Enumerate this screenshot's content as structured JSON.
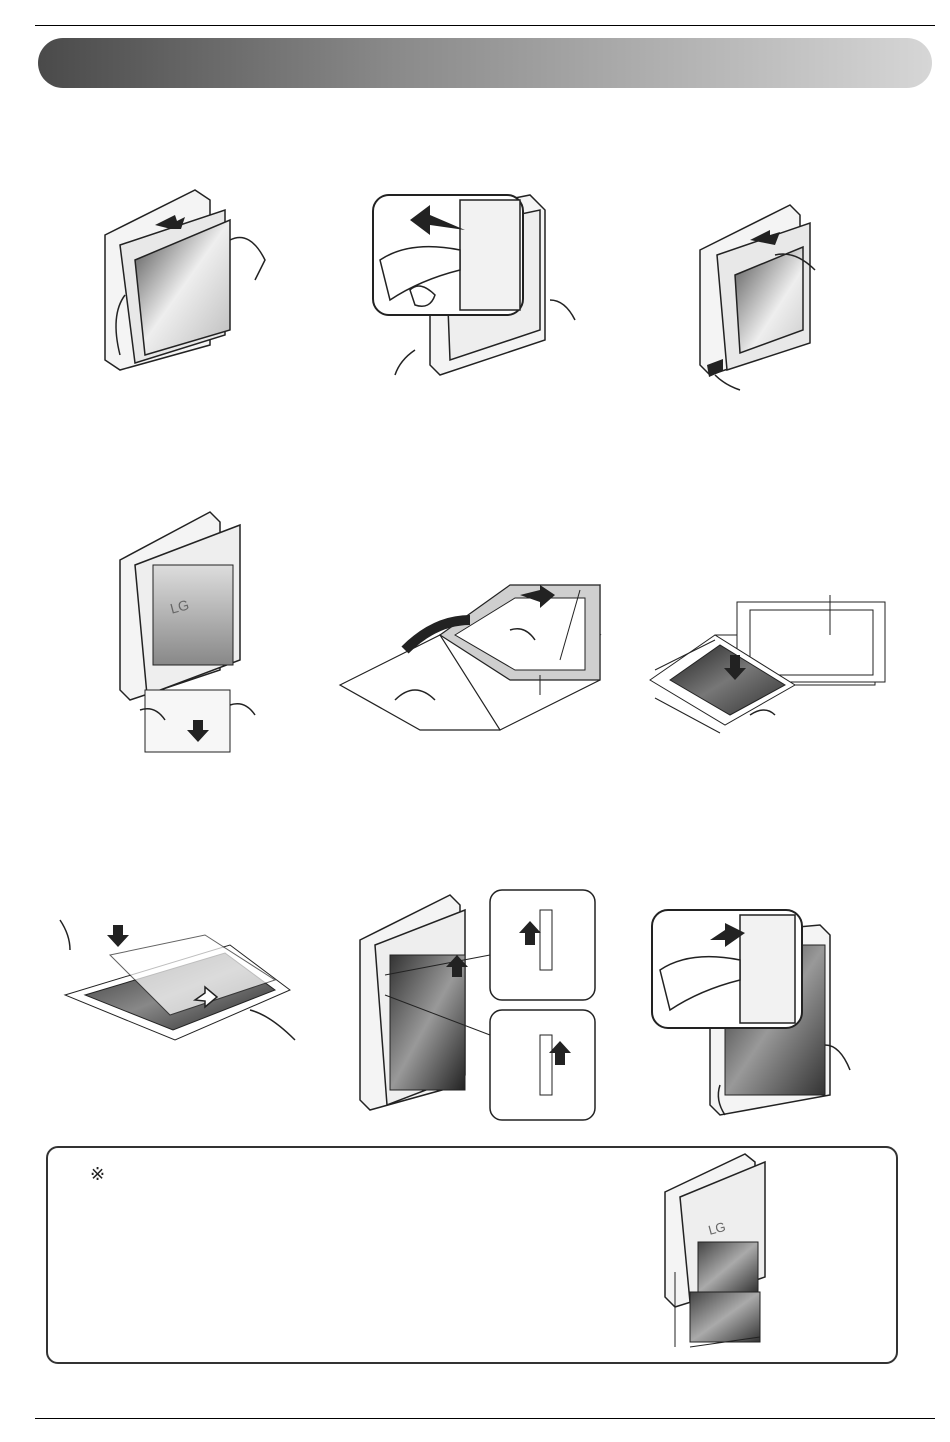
{
  "note": {
    "symbol": "※",
    "text": ""
  },
  "figures": [
    {
      "id": "step-1",
      "icon": "remove-front-panel-icon"
    },
    {
      "id": "step-2",
      "icon": "release-latch-icon"
    },
    {
      "id": "step-3",
      "icon": "lift-panel-icon"
    },
    {
      "id": "step-4",
      "icon": "pull-out-sheet-icon"
    },
    {
      "id": "step-5",
      "icon": "open-frame-icon"
    },
    {
      "id": "step-6",
      "icon": "insert-picture-icon"
    },
    {
      "id": "step-7",
      "icon": "cover-picture-icon"
    },
    {
      "id": "step-8",
      "icon": "reinstall-frame-icon"
    },
    {
      "id": "step-9",
      "icon": "lock-latch-icon"
    },
    {
      "id": "note-figure",
      "icon": "picture-dimension-icon"
    }
  ]
}
